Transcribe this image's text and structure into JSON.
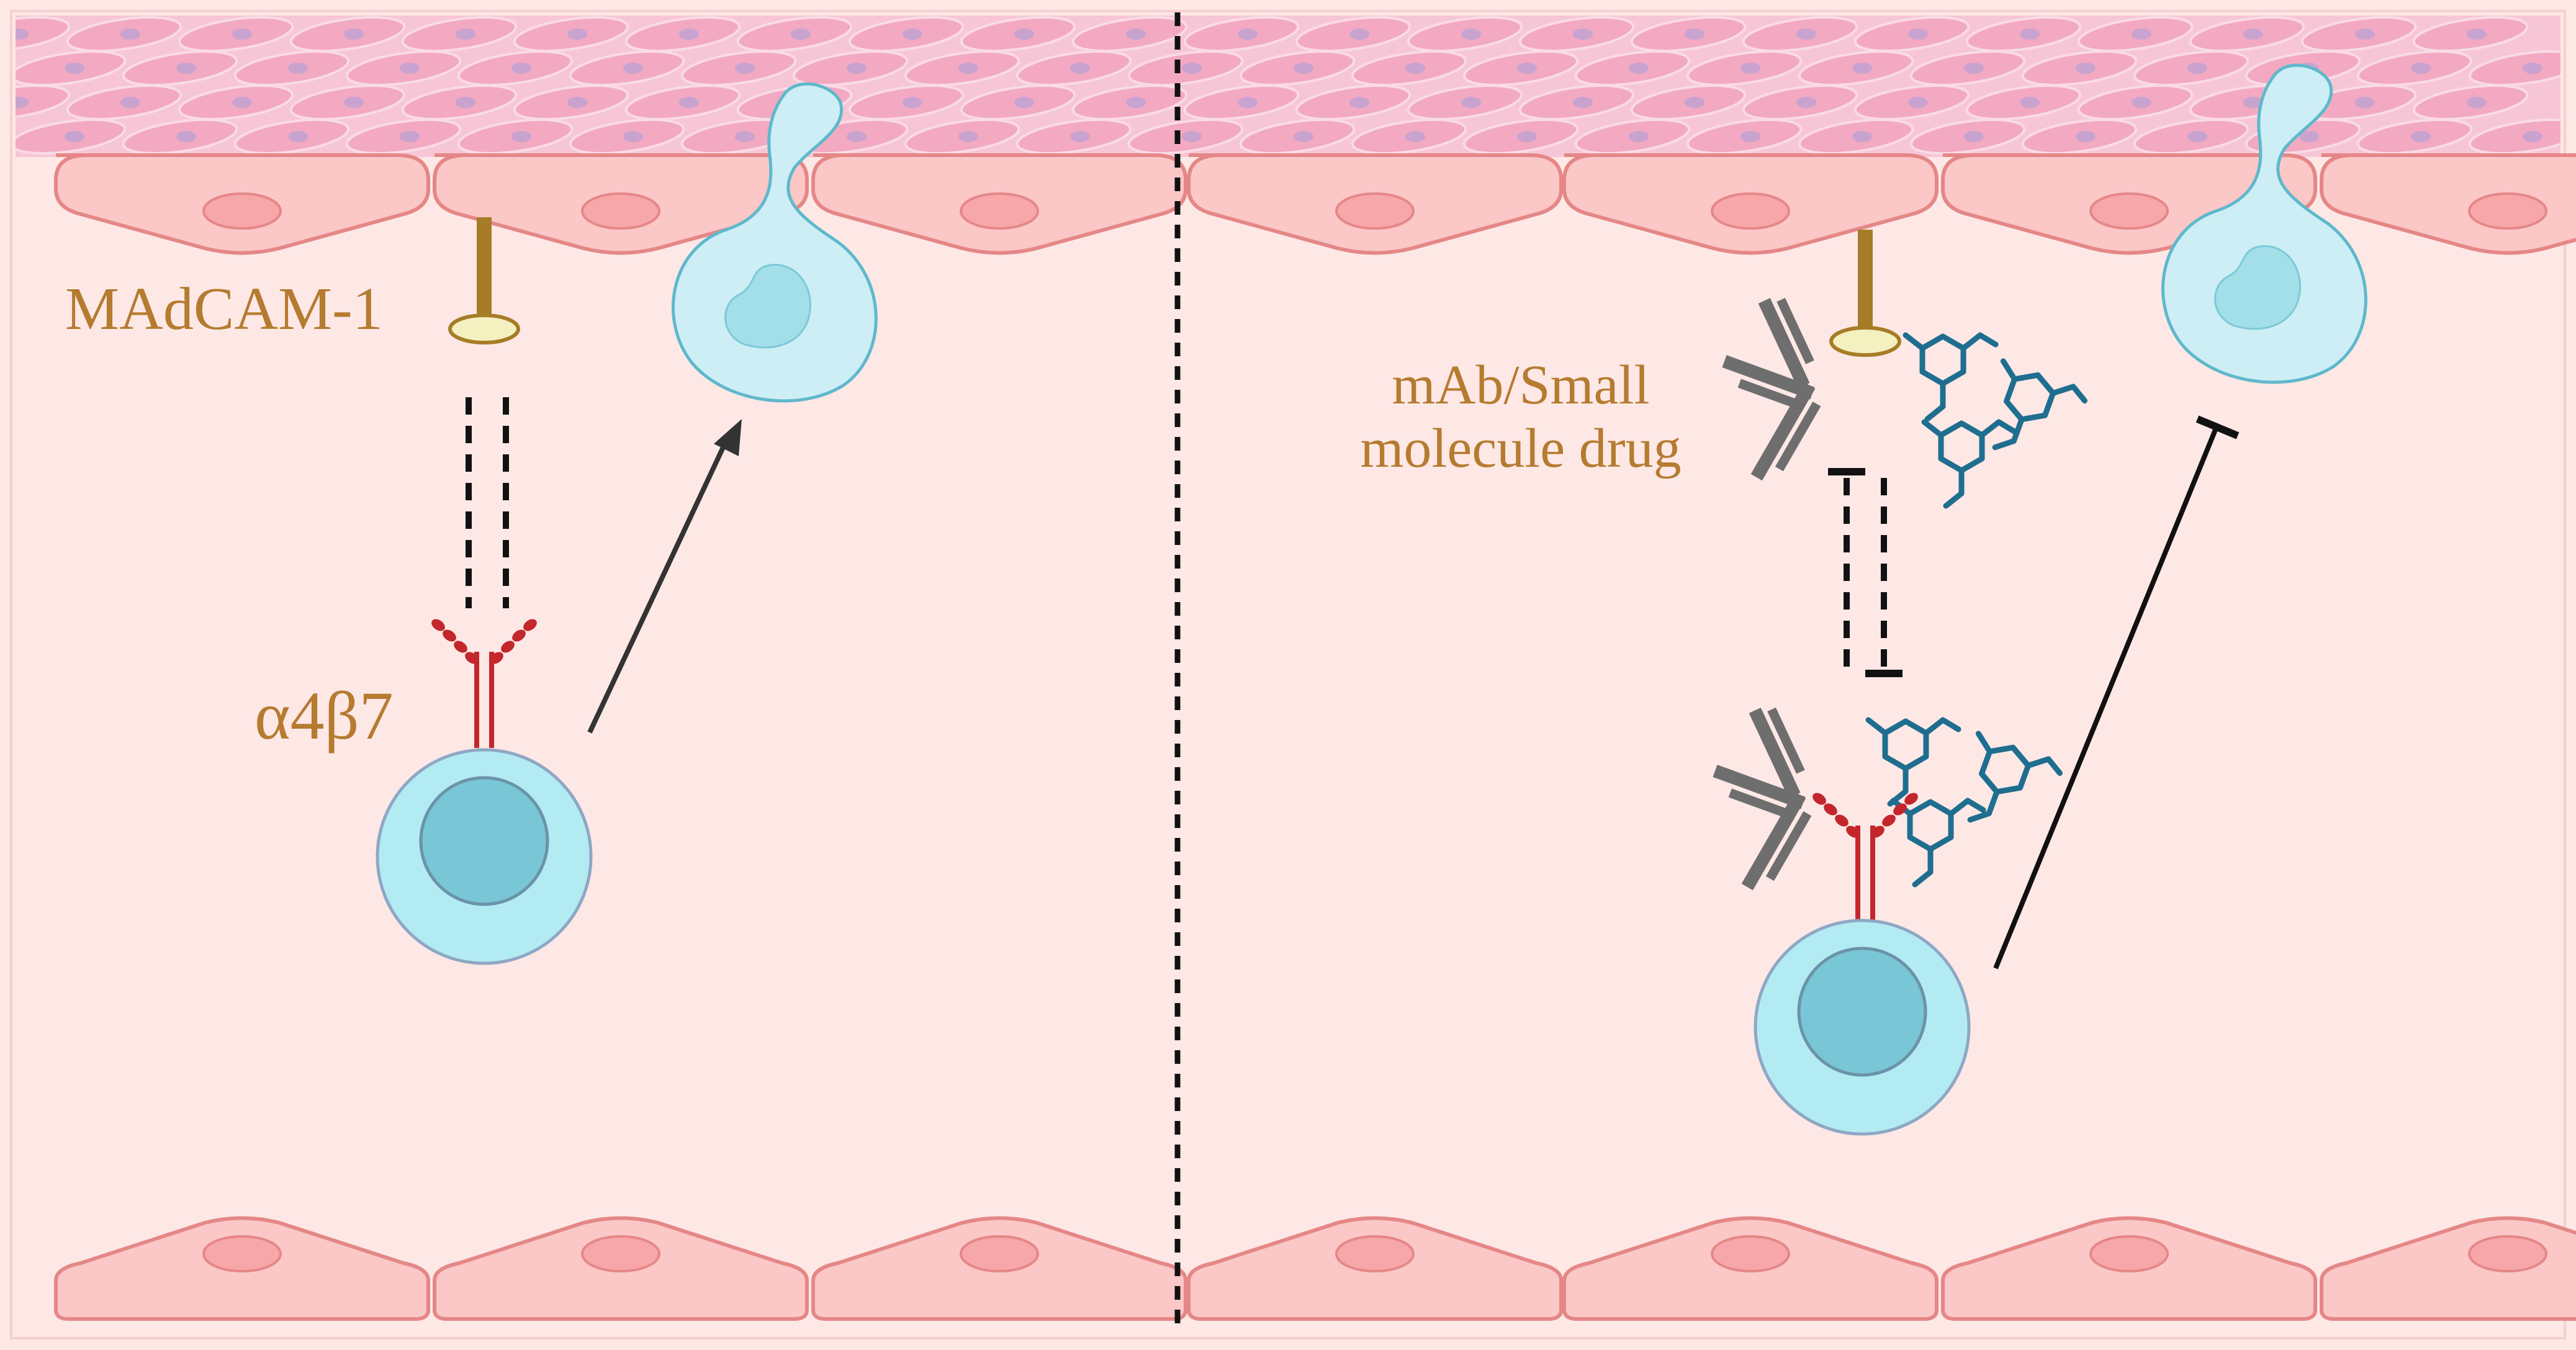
{
  "labels": {
    "madcam": "MAdCAM-1",
    "integrin": "α4β7",
    "drug_line1": "mAb/Small",
    "drug_line2": "molecule drug"
  },
  "colors": {
    "background": "#fde8e6",
    "tissue_band": "#f7c6d6",
    "tissue_cell": "#f3a9c2",
    "tissue_nucleus": "#c8a3d0",
    "endothelial_cell": "#fbc7c7",
    "endothelial_outline": "#e58787",
    "endothelial_nucleus": "#f7a6a9",
    "lymphocyte_outer": "#b3ebf2",
    "lymphocyte_nucleus": "#78c6d6",
    "lymphocyte_outline": "#8ea7c4",
    "receptor": "#c3262b",
    "ligand_stalk": "#a67c26",
    "ligand_head": "#f4f0c0",
    "label": "#b57b2f",
    "antibody": "#6e6e6e",
    "small_molecule": "#1f6e8f",
    "arrow": "#333333",
    "divider": "#111111"
  }
}
